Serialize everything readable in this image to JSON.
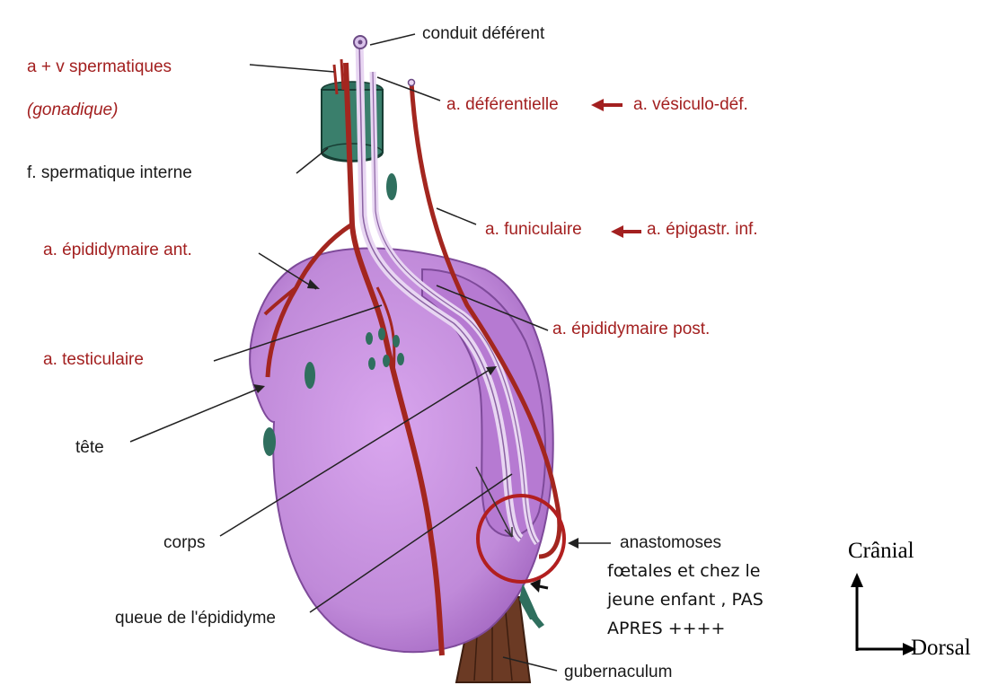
{
  "labels": {
    "conduit": "conduit déférent",
    "av_spermatiques": "a + v spermatiques",
    "gonadique": "(gonadique)",
    "deferentielle": "a. déférentielle",
    "vesiculo": "a. vésiculo-déf.",
    "f_spermatique": "f. spermatique interne",
    "funiculaire": "a. funiculaire",
    "epigastr": "a. épigastr. inf.",
    "epid_ant": "a. épididymaire ant.",
    "epid_post": "a. épididymaire post.",
    "testiculaire": "a. testiculaire",
    "tete": "tête",
    "corps": "corps",
    "queue": "queue de l'épididyme",
    "gubernaculum": "gubernaculum",
    "anastomoses": "anastomoses",
    "note_line1": "fœtales et chez le",
    "note_line2": "jeune enfant , PAS",
    "note_line3": "APRES ++++"
  },
  "orientation": {
    "cranial": "Crânial",
    "dorsal": "Dorsal"
  },
  "colors": {
    "label_red": "#a32020",
    "artery": "#a3261f",
    "testis": "#c48ce0",
    "fascia": "#2f6f5e",
    "gubernaculum": "#6b3a24"
  }
}
